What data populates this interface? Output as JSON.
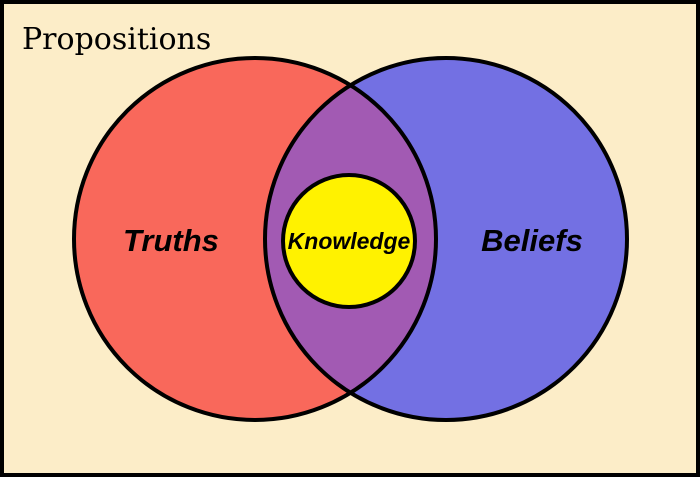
{
  "title": "Propositions",
  "venn": {
    "left": {
      "label": "Truths"
    },
    "right": {
      "label": "Beliefs"
    },
    "center": {
      "label": "Knowledge"
    }
  },
  "colors": {
    "background": "#FCEDC8",
    "border": "#000000",
    "outline": "#000000",
    "text": "#000000",
    "truths": "#F9685B",
    "beliefs": "#7370E3",
    "overlap": "#A25AB3",
    "knowledge": "#FFF200"
  }
}
